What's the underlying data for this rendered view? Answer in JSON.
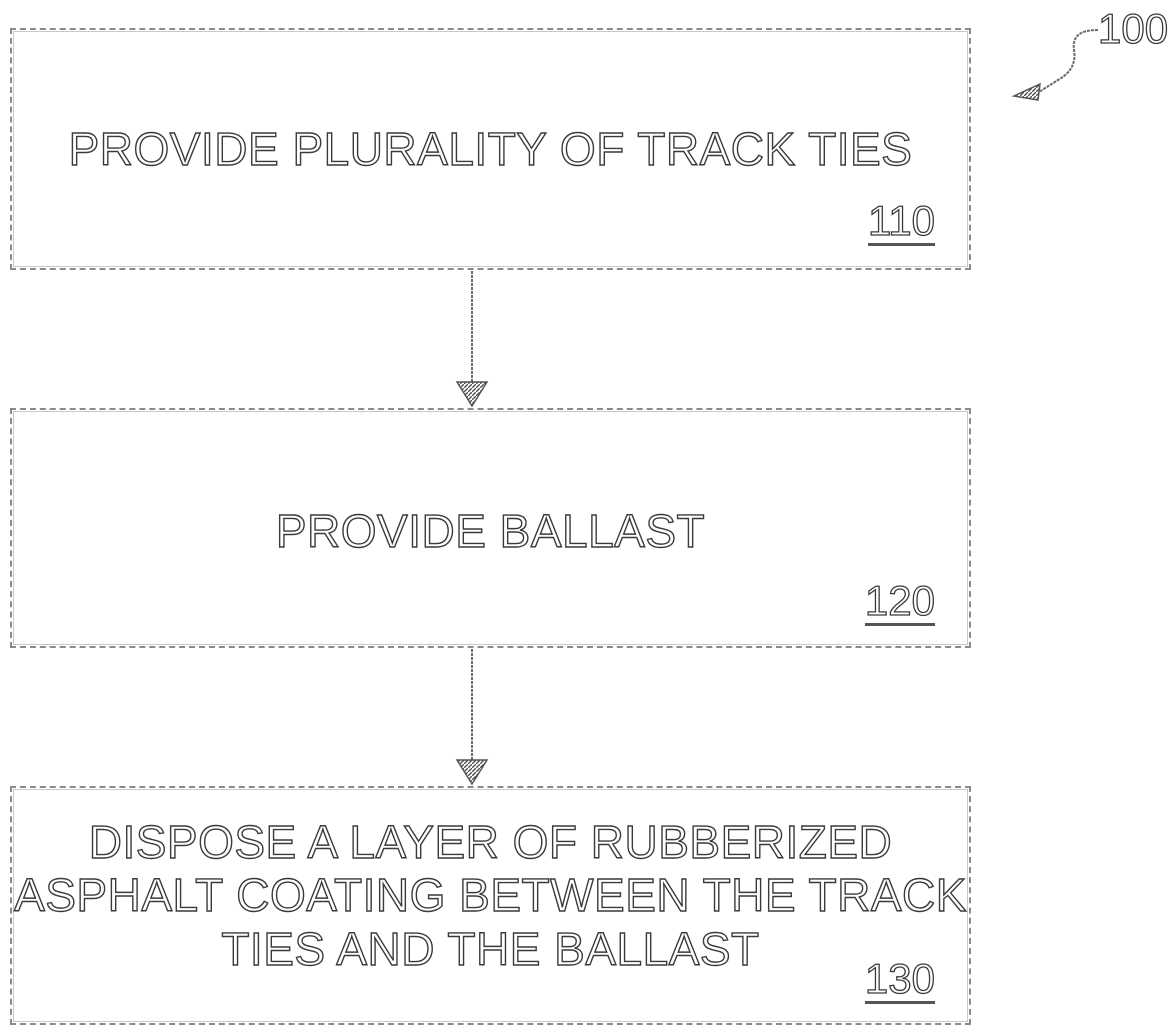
{
  "figure": {
    "reference_number": "100"
  },
  "steps": [
    {
      "id": "110",
      "lines": [
        "PROVIDE PLURALITY OF TRACK TIES"
      ],
      "ref": "110"
    },
    {
      "id": "120",
      "lines": [
        "PROVIDE BALLAST"
      ],
      "ref": "120"
    },
    {
      "id": "130",
      "lines": [
        "DISPOSE A LAYER OF RUBBERIZED",
        "ASPHALT COATING BETWEEN THE TRACK",
        "TIES AND THE BALLAST"
      ],
      "ref": "130"
    }
  ],
  "colors": {
    "outline": "#8a8a8a",
    "text_stroke": "#3a3a3a",
    "arrow": "#555555"
  }
}
